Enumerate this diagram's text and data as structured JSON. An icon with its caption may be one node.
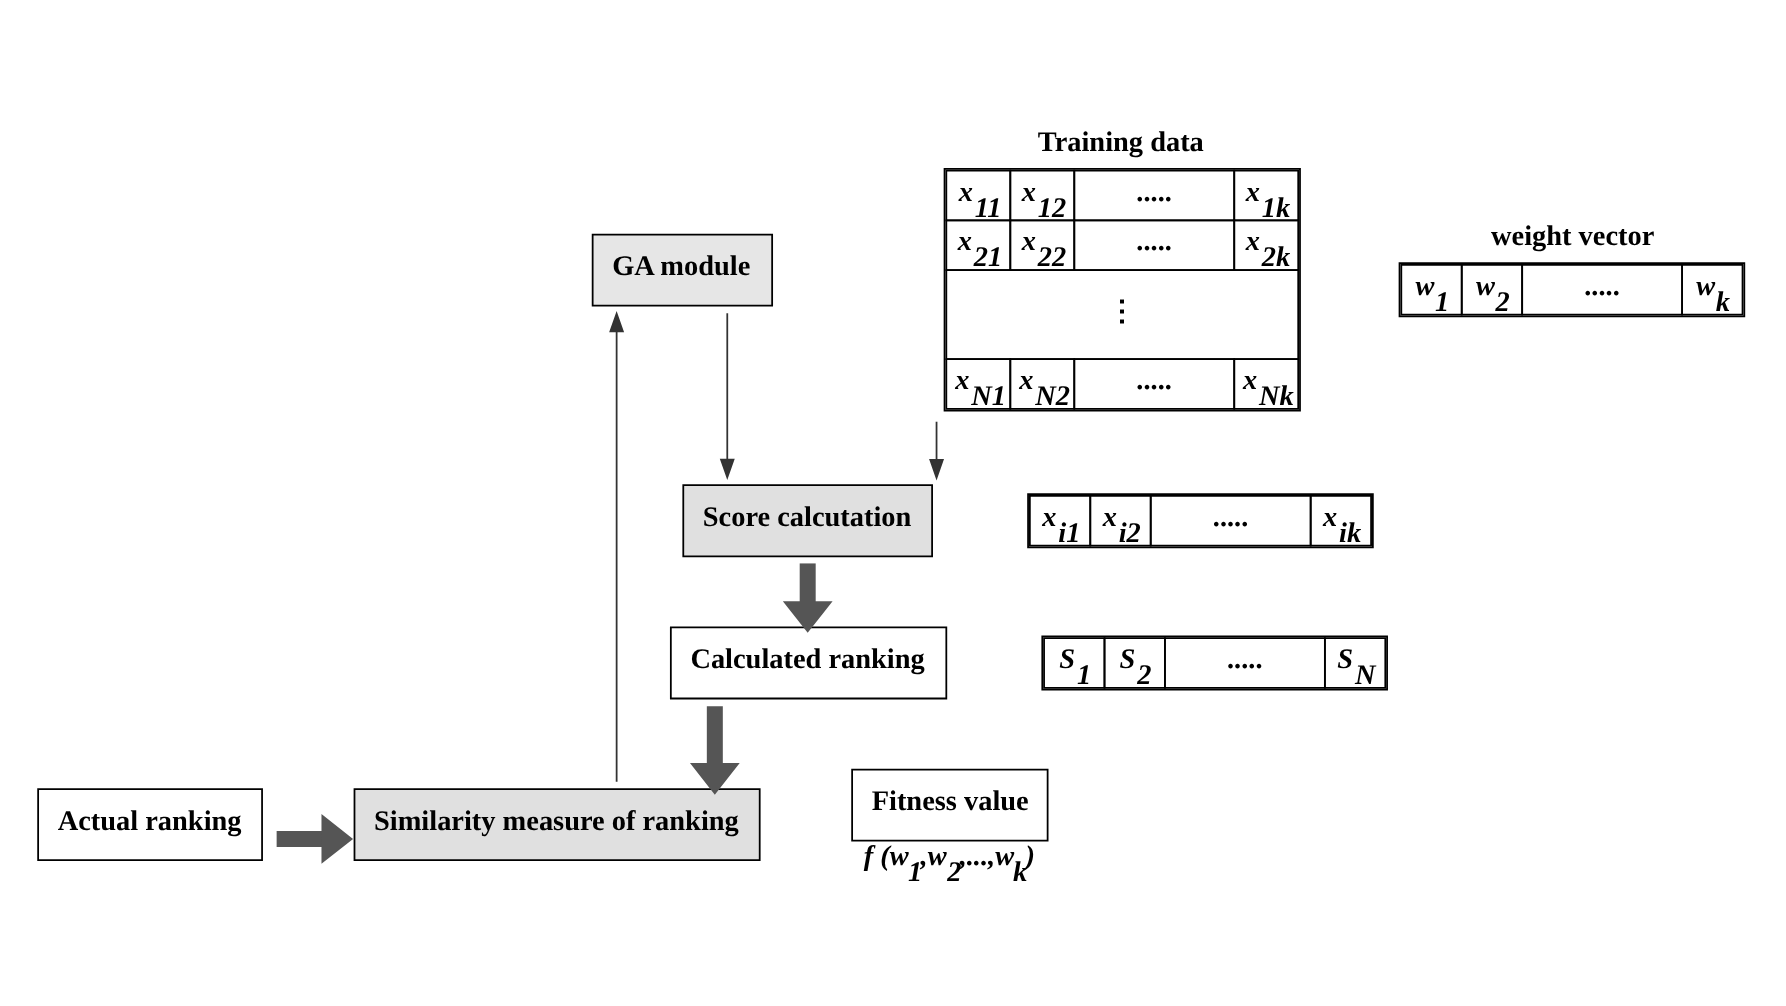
{
  "diagram": {
    "nodes": [
      {
        "text": [
          "Training data",
          "x$_{11}$",
          "x$_{12}$",
          ".....",
          "x$_{1k}$",
          "x$_{21}$",
          "x$_{22}$",
          ".....",
          "x$_{2k}$",
          "⋮",
          "x$_{N1}$",
          "x$_{N2}$",
          ".....",
          "x$_{Nk}$"
        ]
      },
      {
        "text": [
          "weight vector",
          "w$_{1}$",
          "w$_{2}$",
          ".....",
          "w$_{k}$"
        ]
      },
      {
        "text": [
          "GA module"
        ]
      },
      {
        "text": [
          "Score calcutation"
        ]
      },
      {
        "text": [
          "x$_{i1}$",
          "x$_{i2}$",
          ".....",
          "x$_{ik}$"
        ]
      },
      {
        "text": [
          "S$_{1}$",
          "S$_{2}$",
          ".....",
          "S$_{N}$"
        ]
      },
      {
        "text": [
          "Calculated ranking"
        ]
      },
      {
        "text": [
          "Actual ranking"
        ]
      },
      {
        "text": [
          "Similarity measure of ranking"
        ]
      },
      {
        "text": [
          "Fitness value"
        ],
        "beside": [
          "f (w$_{1}$,w$_{2}$,...,w$_{k}$)"
        ]
      }
    ],
    "edges": [
      {
        "from": 0,
        "to": 3,
        "arrow": "to"
      },
      {
        "from": 2,
        "to": 3,
        "arrow": "to"
      },
      {
        "from": 3,
        "to": 6,
        "arrow": "to",
        "style": "thick",
        "color": "#555555"
      },
      {
        "from": 6,
        "to": 8,
        "arrow": "to",
        "style": "thick",
        "color": "#555555"
      },
      {
        "from": 7,
        "to": 8,
        "arrow": "to",
        "style": "thick",
        "color": "#555555"
      },
      {
        "from": 8,
        "to": 2,
        "arrow": "to"
      }
    ]
  }
}
